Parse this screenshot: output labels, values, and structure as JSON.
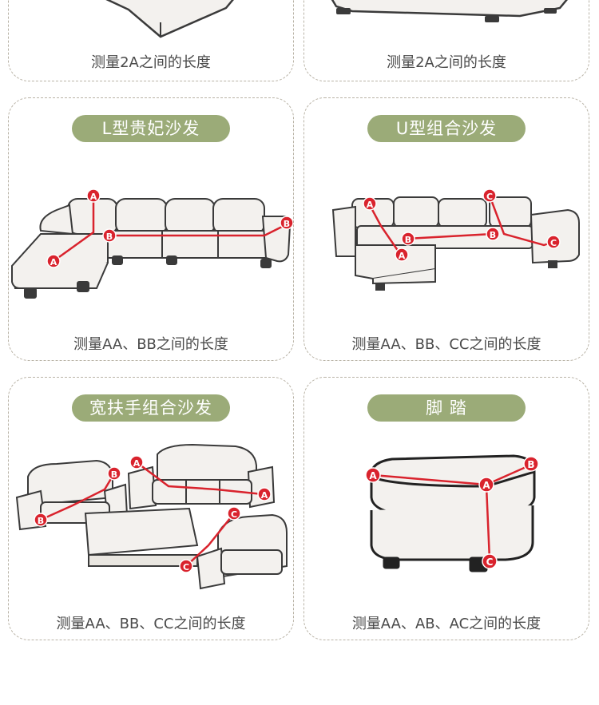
{
  "cards": [
    {
      "caption": "测量2A之间的长度"
    },
    {
      "caption": "测量2A之间的长度"
    },
    {
      "title": "L型贵妃沙发",
      "caption": "测量AA、BB之间的长度"
    },
    {
      "title": "U型组合沙发",
      "caption": "测量AA、BB、CC之间的长度"
    },
    {
      "title": "宽扶手组合沙发",
      "caption": "测量AA、BB、CC之间的长度"
    },
    {
      "title": "脚 踏",
      "caption": "测量AA、AB、AC之间的长度"
    }
  ],
  "markers": {
    "a": "A",
    "b": "B",
    "c": "C"
  },
  "colors": {
    "pill_bg": "#9bab78",
    "measure_red": "#d9232d",
    "outline": "#3a3a3a",
    "sofa_fill": "#f3f1ee",
    "card_border": "#b9b3a6"
  }
}
